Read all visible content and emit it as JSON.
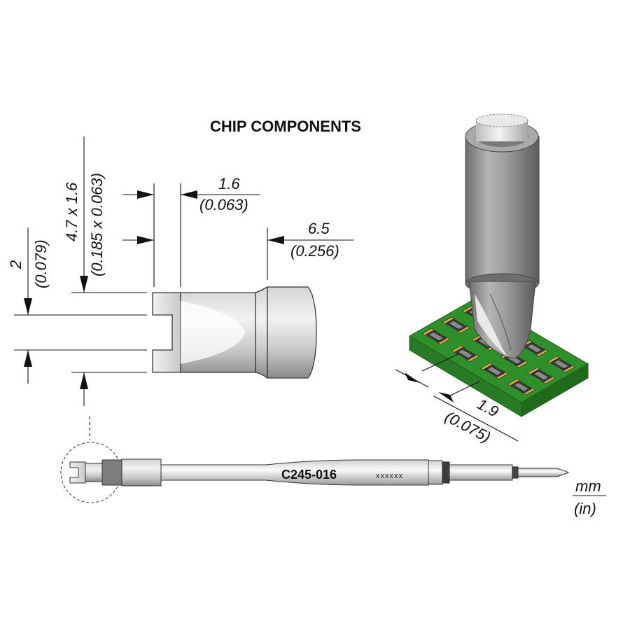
{
  "title": "CHIP COMPONENTS",
  "dimensions": {
    "tip_width_mm": "1.6",
    "tip_width_in": "(0.063)",
    "tip_length_mm": "6.5",
    "tip_length_in": "(0.256)",
    "slot_mm": "2",
    "slot_in": "(0.079)",
    "overall_mm": "4.7 x 1.6",
    "overall_in": "(0.185 x 0.063)",
    "pad_pitch_mm": "1.9",
    "pad_pitch_in": "(0.075)"
  },
  "cartridge": {
    "model": "C245-016",
    "serial": "xxxxxx"
  },
  "units": {
    "metric": "mm",
    "imperial": "(in)"
  },
  "colors": {
    "pcb_green": "#2f8f2a",
    "pad_gold": "#d9b24a",
    "chip_dark": "#3a3a3a",
    "metal": "#9a9a9a"
  }
}
